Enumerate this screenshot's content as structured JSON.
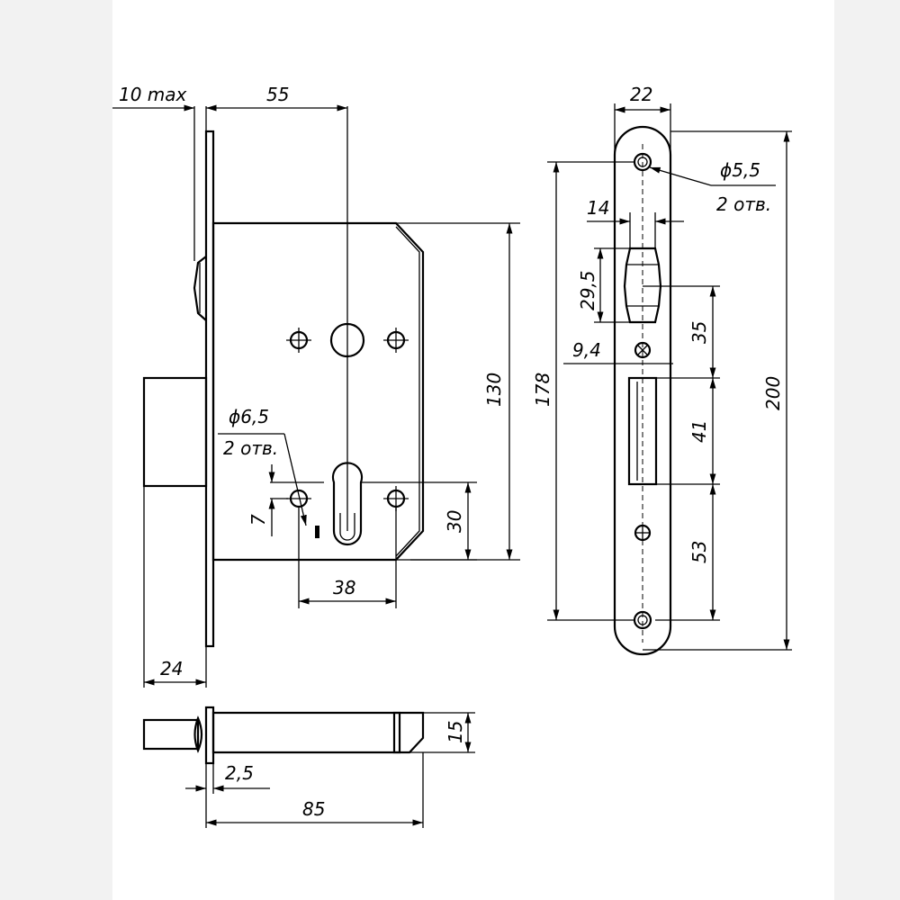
{
  "front": {
    "dim_backset": "55",
    "dim_faceplate_max": "10 max",
    "dim_case_height": "130",
    "dim_total_height": "178",
    "dim_hole_dia": "ϕ6,5",
    "dim_hole_count": "2 отв.",
    "dim_hole_offset": "7",
    "dim_cyl_height": "30",
    "dim_hole_spacing": "38",
    "dim_bolt_throw": "24"
  },
  "side": {
    "dim_thickness": "15",
    "dim_plate": "2,5",
    "dim_depth": "85"
  },
  "strike": {
    "dim_width": "22",
    "dim_hole_dia": "ϕ5,5",
    "dim_hole_count": "2 отв.",
    "dim_latch_width": "14",
    "dim_latch_height": "29,5",
    "dim_offset": "9,4",
    "dim_total": "200",
    "dim_upper": "35",
    "dim_mid": "41",
    "dim_lower": "53"
  }
}
